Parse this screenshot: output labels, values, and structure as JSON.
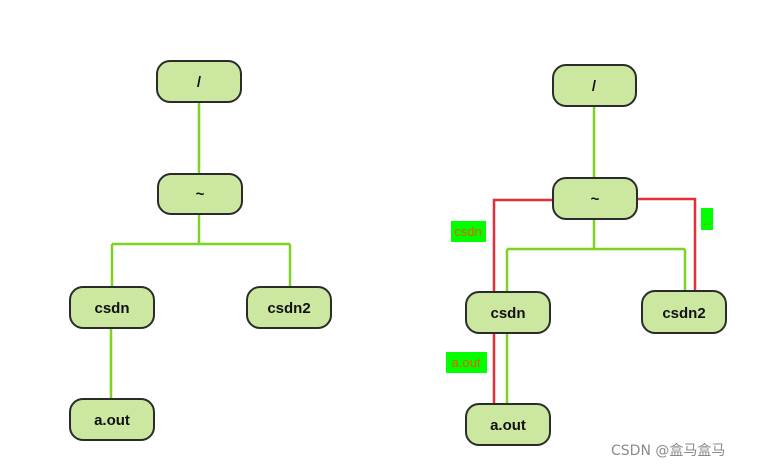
{
  "colors": {
    "node_fill": "#cce8a0",
    "node_stroke": "#2b2b2b",
    "tree_edge": "#7ed321",
    "path_edge": "#e0303a",
    "tag_bg": "#00ff00",
    "tag_text": "#e65c00"
  },
  "left_tree": {
    "root": "/",
    "home": "~",
    "dir1": "csdn",
    "dir2": "csdn2",
    "file": "a.out"
  },
  "right_tree": {
    "root": "/",
    "home": "~",
    "dir1": "csdn",
    "dir2": "csdn2",
    "file": "a.out",
    "tag_dir1": "csdn",
    "tag_dir2": "..",
    "tag_file": "a.out"
  },
  "watermark": "CSDN @盒马盒马"
}
